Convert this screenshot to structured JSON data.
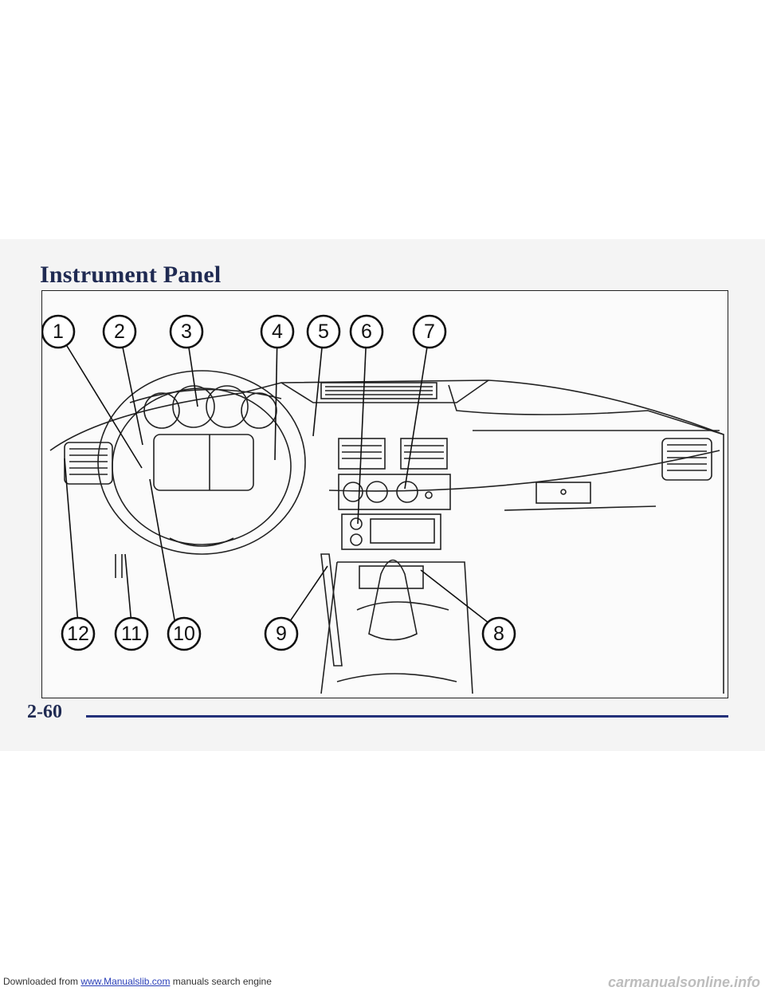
{
  "page": {
    "title": "Instrument Panel",
    "page_number": "2-60"
  },
  "callouts": [
    "1",
    "2",
    "3",
    "4",
    "5",
    "6",
    "7",
    "8",
    "9",
    "10",
    "11",
    "12"
  ],
  "footer": {
    "prefix": "Downloaded from",
    "link": "www.Manualslib.com",
    "suffix": "manuals search engine",
    "watermark": "carmanualsonline.info"
  }
}
